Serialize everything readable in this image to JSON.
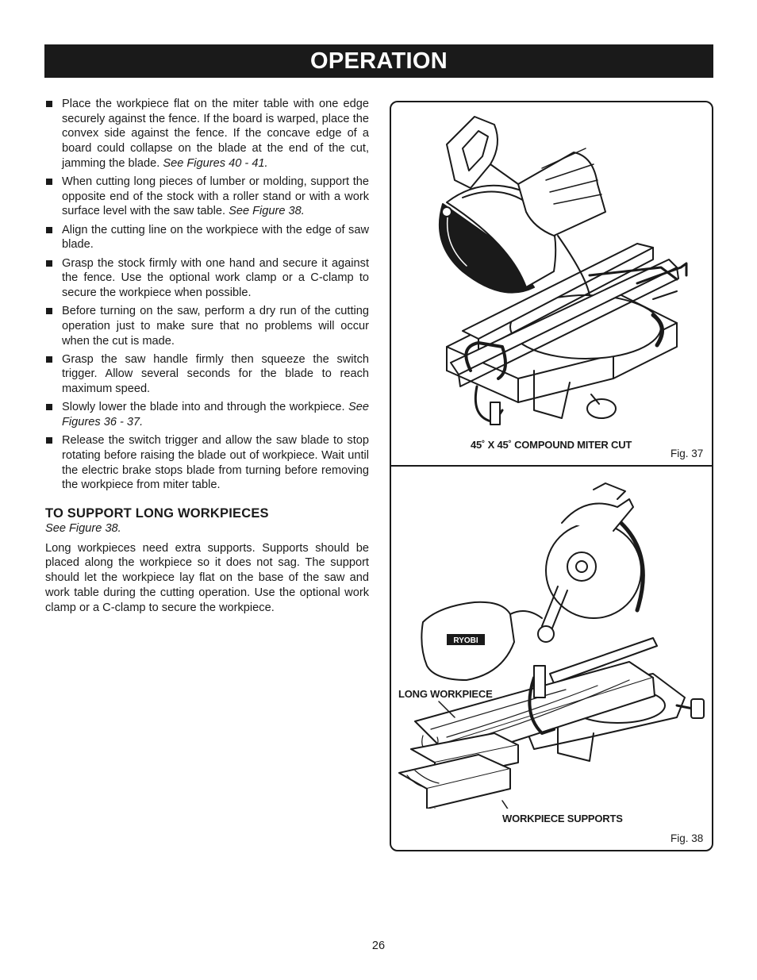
{
  "header": {
    "title": "OPERATION"
  },
  "instructions": [
    {
      "text": "Place the workpiece flat on the miter table with one edge securely against the fence. If the board is warped, place the convex side against the fence. If the concave edge of a board could collapse on the blade at the end of the cut, jamming the blade. ",
      "ref": "See Figures 40 - 41."
    },
    {
      "text": "When cutting long pieces of lumber or molding, support the opposite end of the stock with a roller stand or with a work surface level with the saw table. ",
      "ref": "See Figure 38."
    },
    {
      "text": "Align the cutting line on the workpiece with the edge of saw blade.",
      "ref": ""
    },
    {
      "text": "Grasp the stock firmly with one hand and secure it against the fence. Use the optional work clamp or a C-clamp to secure the workpiece when possible.",
      "ref": ""
    },
    {
      "text": "Before turning on the saw, perform a dry run of the cutting operation just to make sure that no problems will occur when the cut is made.",
      "ref": ""
    },
    {
      "text": "Grasp the saw handle firmly then squeeze the switch trigger. Allow several seconds for the blade to reach maximum speed.",
      "ref": ""
    },
    {
      "text": "Slowly lower the blade into and through the workpiece. ",
      "ref": "See Figures 36 - 37."
    },
    {
      "text": "Release the switch trigger and allow the saw blade to stop rotating before raising the blade out of workpiece. Wait until the electric brake stops blade from turning before removing the workpiece from miter table.",
      "ref": ""
    }
  ],
  "support_section": {
    "heading": "TO SUPPORT LONG WORKPIECES",
    "see_figure": "See Figure 38.",
    "paragraph": "Long workpieces need extra supports. Supports should be placed along the workpiece so it does not sag. The support should let the workpiece lay flat on the base of the saw and work table during the cutting operation. Use the optional work clamp or a C-clamp to secure the workpiece."
  },
  "figure37": {
    "caption": "45˚ X 45˚ COMPOUND MITER CUT",
    "label": "Fig. 37"
  },
  "figure38": {
    "label_long_workpiece": "LONG WORKPIECE",
    "label_workpiece_supports": "WORKPIECE SUPPORTS",
    "brand_on_bag": "RYOBI",
    "label": "Fig. 38"
  },
  "page_number": "26"
}
